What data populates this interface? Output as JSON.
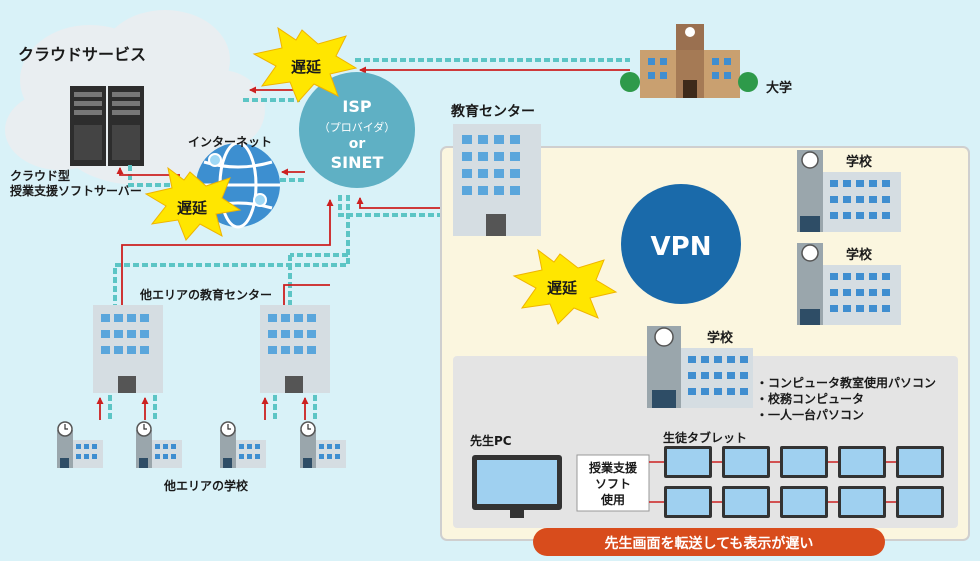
{
  "labels": {
    "cloud_services": "クラウドサービス",
    "cloud_server_line1": "クラウド型",
    "cloud_server_line2": "授業支援ソフトサーバー",
    "internet": "インターネット",
    "isp_line1": "ISP",
    "isp_line2": "（プロバイダ）",
    "isp_line3": "or",
    "isp_line4": "SINET",
    "university": "大学",
    "education_center": "教育センター",
    "vpn": "VPN",
    "school_a": "学校",
    "school_b": "学校",
    "school_main": "学校",
    "delay_1": "遅延",
    "delay_2": "遅延",
    "delay_3": "遅延",
    "other_area_centers": "他エリアの教育センター",
    "other_area_schools": "他エリアの学校",
    "school_device_1": "・コンピュータ教室使用パソコン",
    "school_device_2": "・校務コンピュータ",
    "school_device_3": "・一人一台パソコン",
    "teacher_pc": "先生PC",
    "student_tablets": "生徒タブレット",
    "software_line1": "授業支援",
    "software_line2": "ソフト",
    "software_line3": "使用",
    "banner": "先生画面を転送しても表示が遅い"
  },
  "colors": {
    "background": "#d9f2f8",
    "region_fill": "#fbf6df",
    "isp_circle": "#5fb0c4",
    "vpn_circle": "#1a6aaa",
    "red_line": "#cc2020",
    "dashed_line": "#5cc5c5",
    "delay_burst": "#ffe600",
    "banner": "#d84c1c"
  }
}
